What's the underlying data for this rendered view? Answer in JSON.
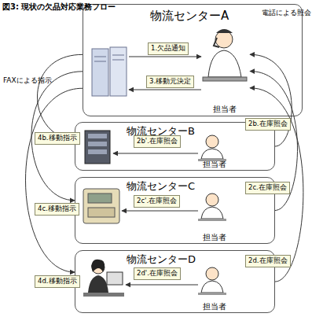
{
  "diagram": {
    "title": "図3: 現状の欠品対応業務フロー",
    "nodes": [
      {
        "text": [
          "物流センターA"
        ]
      },
      {
        "text": [
          "担当者"
        ],
        "in": 0
      },
      {
        "text": [
          "物流センターB"
        ]
      },
      {
        "text": [
          "担当者"
        ],
        "in": 2
      },
      {
        "text": [
          "物流センターC"
        ]
      },
      {
        "text": [
          "担当者"
        ],
        "in": 4
      },
      {
        "text": [
          "物流センターD"
        ]
      },
      {
        "text": [
          "担当者"
        ],
        "in": 6
      }
    ],
    "edges": [
      {
        "from": 2,
        "to": 1,
        "label": "2b.在庫照会",
        "arrow": "to"
      },
      {
        "from": 4,
        "to": 1,
        "label": "2c.在庫照会",
        "arrow": "to"
      },
      {
        "from": 6,
        "to": 1,
        "label": "2d.在庫照会",
        "arrow": "to"
      },
      {
        "from": 0,
        "to": 2,
        "label": "4b.移動指示",
        "arrow": "to"
      },
      {
        "from": 0,
        "to": 4,
        "label": "4c.移動指示",
        "arrow": "to"
      },
      {
        "from": 0,
        "to": 6,
        "label": "4d.移動指示",
        "arrow": "to"
      }
    ],
    "labels": [
      "1.欠品通知",
      "3.移動元決定",
      "2b'.在庫照会",
      "2c'.在庫照会",
      "2d'.在庫照会",
      "FAXによる指示",
      "電話による照会"
    ]
  }
}
